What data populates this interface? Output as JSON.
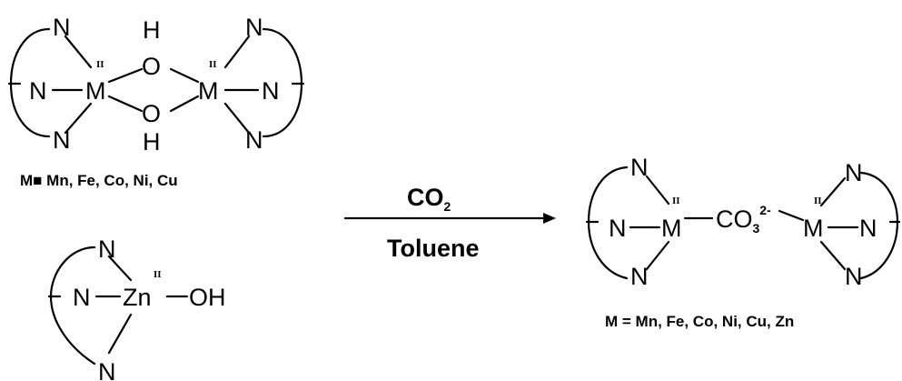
{
  "reactant_dimer": {
    "atoms": {
      "n": "N",
      "m": "M",
      "o": "O",
      "h": "H",
      "ox_state": "II"
    },
    "caption": "M■ Mn, Fe, Co, Ni, Cu"
  },
  "reactant_zinc": {
    "atoms": {
      "n": "N",
      "zn": "Zn",
      "oh": "OH",
      "ox_state": "II"
    }
  },
  "reaction_arrow": {
    "reagent": "CO",
    "reagent_subscript": "2",
    "solvent": "Toluene"
  },
  "product": {
    "atoms": {
      "n": "N",
      "m": "M",
      "ox_state": "II"
    },
    "carbonate": "CO",
    "carbonate_subscript": "3",
    "carbonate_charge": "2-",
    "caption": "M = Mn, Fe, Co, Ni, Cu, Zn"
  }
}
